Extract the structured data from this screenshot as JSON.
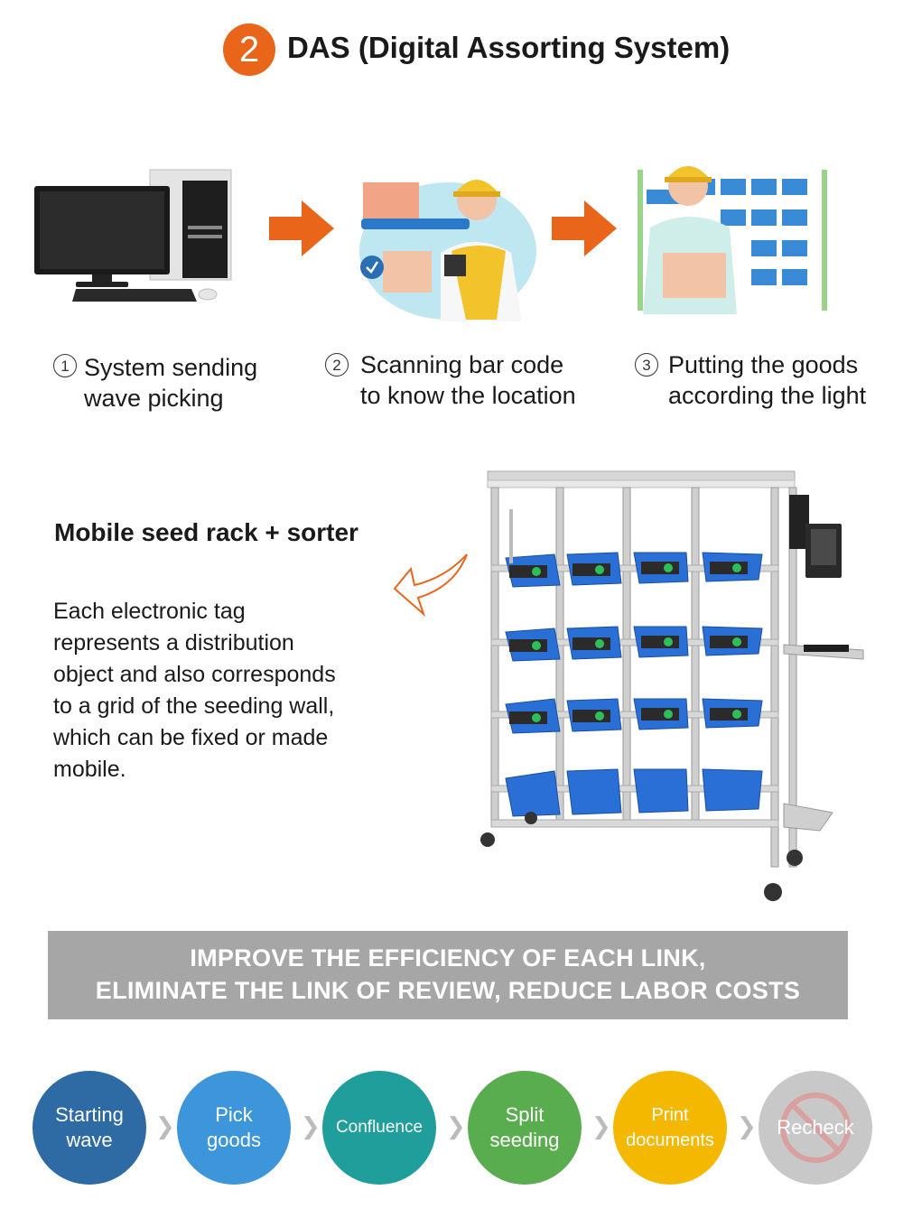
{
  "header": {
    "badge": "2",
    "title": "DAS (Digital Assorting System)"
  },
  "steps": [
    {
      "num": "1",
      "lines": [
        "System sending",
        "wave picking"
      ]
    },
    {
      "num": "2",
      "lines": [
        "Scanning bar code",
        "to know the location"
      ]
    },
    {
      "num": "3",
      "lines": [
        "Putting the goods",
        "according the light"
      ]
    }
  ],
  "rack": {
    "title": "Mobile seed rack + sorter",
    "description": [
      "Each electronic tag",
      "represents a distribution",
      "object and also corresponds",
      "to a grid of the seeding wall,",
      "which can be fixed or made",
      "mobile."
    ]
  },
  "banner": {
    "line1": "IMPROVE THE EFFICIENCY OF EACH LINK,",
    "line2": "ELIMINATE THE LINK OF REVIEW, REDUCE LABOR COSTS"
  },
  "process": [
    {
      "label": "Starting wave",
      "l1": "Starting",
      "l2": "wave",
      "color": "#2e6aa3"
    },
    {
      "label": "Pick goods",
      "l1": "Pick",
      "l2": "goods",
      "color": "#3d95da"
    },
    {
      "label": "Confluence",
      "l1": "Confluence",
      "l2": "",
      "color": "#1f9e9c"
    },
    {
      "label": "Split seeding",
      "l1": "Split",
      "l2": "seeding",
      "color": "#5aad4f"
    },
    {
      "label": "Print documents",
      "l1": "Print",
      "l2": "documents",
      "color": "#f5b800"
    },
    {
      "label": "Recheck",
      "l1": "Recheck",
      "l2": "",
      "color": "#c8c8c8"
    }
  ],
  "colors": {
    "accent": "#e8651a",
    "banner": "#a6a6a6",
    "basket": "#2a6fd6"
  },
  "icons": [
    "computer-icon",
    "arrow-right-icon",
    "worker-scanning-icon",
    "worker-putting-icon",
    "rack-sorter-image",
    "curved-arrow-icon",
    "chevron-right-icon",
    "no-entry-icon"
  ]
}
